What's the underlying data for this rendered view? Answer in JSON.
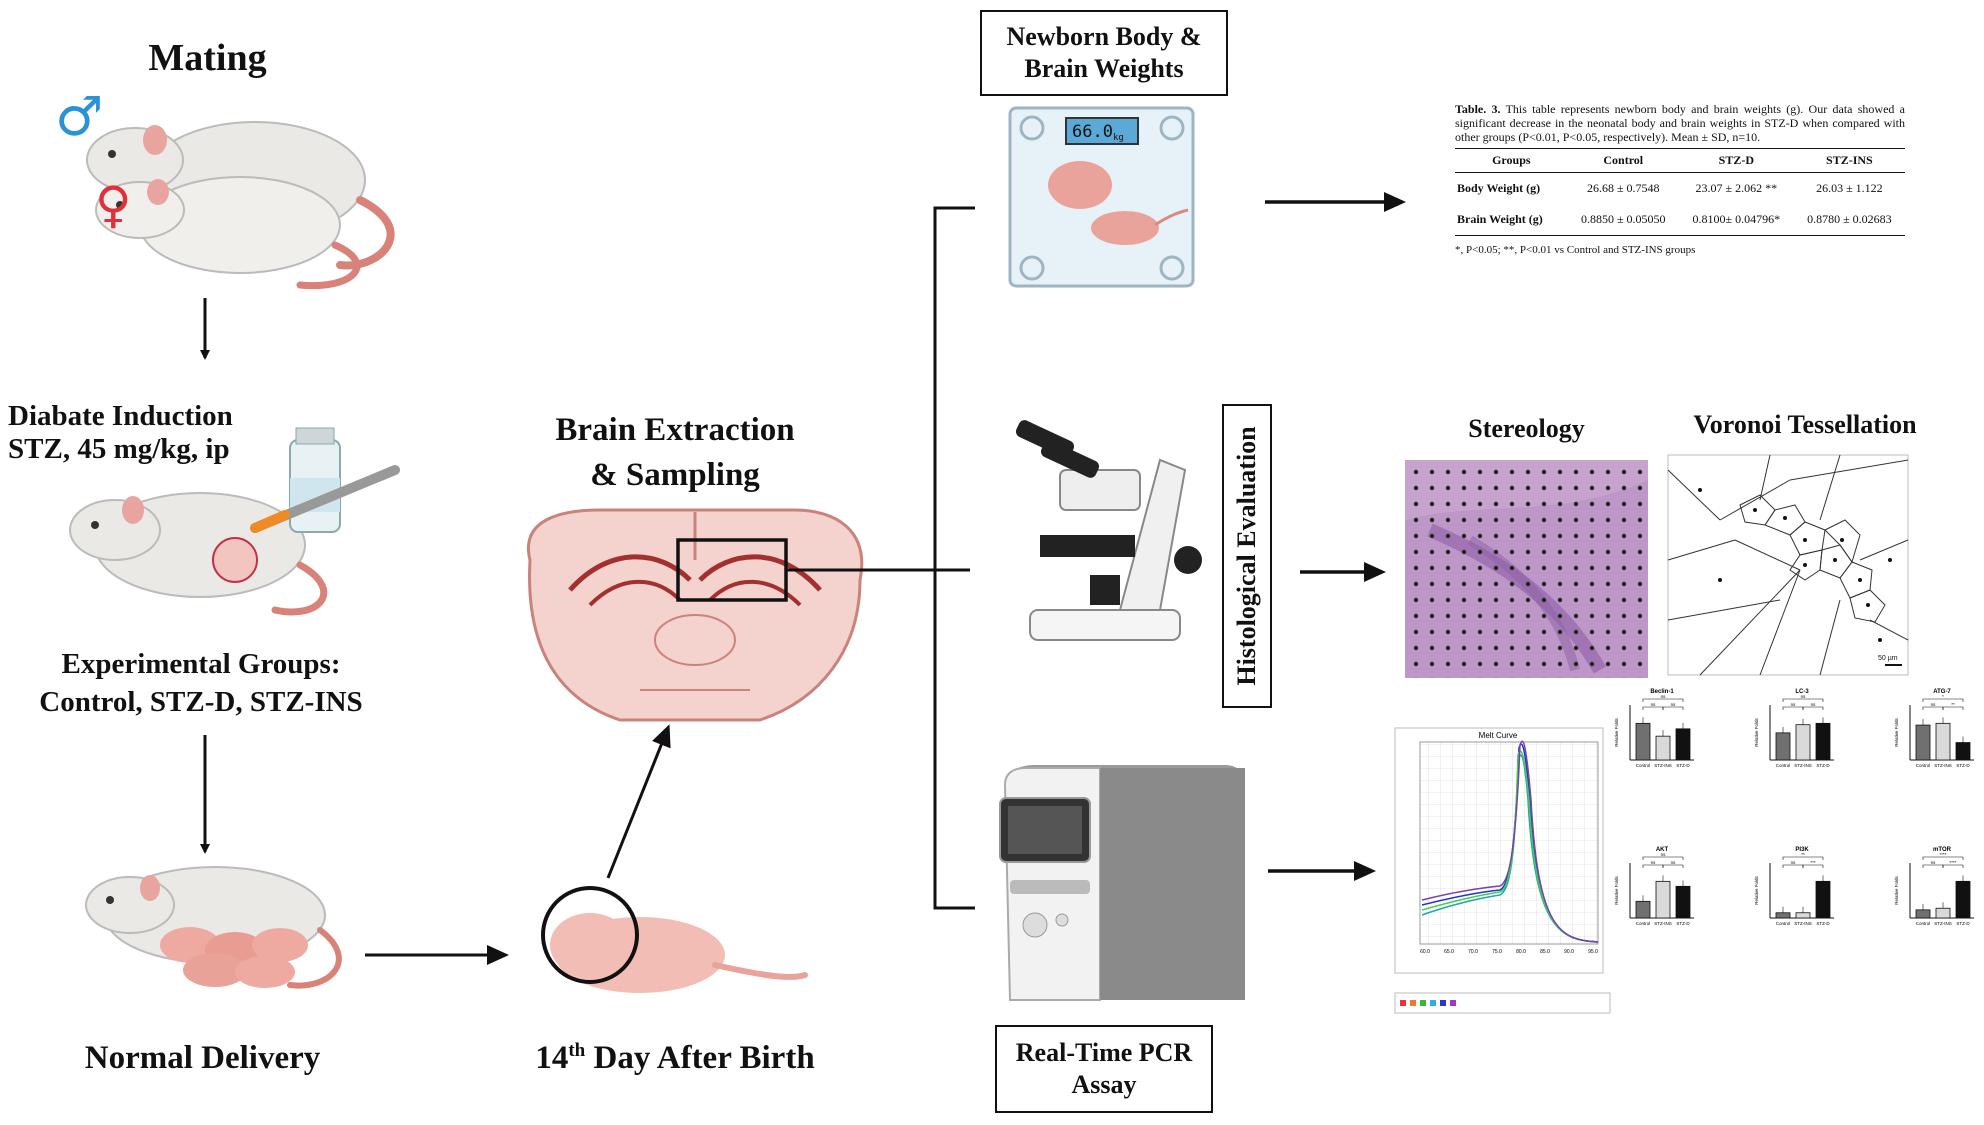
{
  "steps": {
    "mating": "Mating",
    "induction_line1": "Diabate Induction",
    "induction_line2": "STZ, 45 mg/kg, ip",
    "groups_line1": "Experimental Groups:",
    "groups_line2": "Control, STZ-D, STZ-INS",
    "delivery": "Normal Delivery",
    "day_number": "14",
    "day_sup": "th",
    "day_rest": " Day After Birth",
    "extraction_line1": "Brain Extraction",
    "extraction_line2": "& Sampling"
  },
  "symbols": {
    "male": "♂",
    "female": "♀"
  },
  "boxes": {
    "weights_line1": "Newborn Body &",
    "weights_line2": "Brain Weights",
    "histology": "Histological Evaluation",
    "pcr_line1": "Real-Time PCR",
    "pcr_line2": "Assay"
  },
  "scale_display": "66.0",
  "scale_unit": "kg",
  "table": {
    "caption_bold": "Table. 3.",
    "caption": " This table represents newborn body and brain weights (g). Our data showed a significant decrease in the neonatal body and brain weights in STZ-D when compared with other groups (P<0.01, P<0.05, respectively). Mean ± SD, n=10.",
    "headers": [
      "Groups",
      "Control",
      "STZ-D",
      "STZ-INS"
    ],
    "rows": [
      [
        "Body Weight (g)",
        "26.68 ± 0.7548",
        "23.07 ± 2.062 **",
        "26.03 ± 1.122"
      ],
      [
        "Brain Weight (g)",
        "0.8850 ± 0.05050",
        "0.8100± 0.04796*",
        "0.8780 ± 0.02683"
      ]
    ],
    "footnote": "*, P<0.05; **, P<0.01 vs Control and STZ-INS groups"
  },
  "histology_panels": {
    "stereology": "Stereology",
    "voronoi": "Voronoi Tessellation",
    "scale_bar": "50 µm"
  },
  "melt_curve": {
    "title": "Melt Curve",
    "x_ticks": [
      "60.0",
      "65.0",
      "70.0",
      "75.0",
      "80.0",
      "85.0",
      "90.0",
      "95.0"
    ]
  },
  "bar_panels": [
    {
      "title": "Beclin-1",
      "categories": [
        "Control",
        "STZ-INS",
        "STZ-D"
      ],
      "values": [
        1.0,
        0.65,
        0.85
      ],
      "sig": [
        "ns",
        "ns",
        "ns"
      ]
    },
    {
      "title": "LC-3",
      "categories": [
        "Control",
        "STZ-INS",
        "STZ-D"
      ],
      "values": [
        1.0,
        1.3,
        1.35
      ],
      "sig": [
        "ns",
        "ns",
        "ns"
      ]
    },
    {
      "title": "ATG-7",
      "categories": [
        "Control",
        "STZ-INS",
        "STZ-D"
      ],
      "values": [
        1.0,
        1.05,
        0.5
      ],
      "sig": [
        "*",
        "ns",
        "**"
      ]
    },
    {
      "title": "AKT",
      "categories": [
        "Control",
        "STZ-INS",
        "STZ-D"
      ],
      "values": [
        1.0,
        2.2,
        1.9
      ],
      "sig": [
        "ns",
        "ns",
        "ns"
      ]
    },
    {
      "title": "PI3K",
      "categories": [
        "Control",
        "STZ-INS",
        "STZ-D"
      ],
      "values": [
        1.0,
        1.0,
        7.0
      ],
      "sig": [
        "**",
        "ns",
        "***"
      ]
    },
    {
      "title": "mTOR",
      "categories": [
        "Control",
        "STZ-INS",
        "STZ-D"
      ],
      "values": [
        1.0,
        1.2,
        4.5
      ],
      "sig": [
        "****",
        "ns",
        "****"
      ]
    }
  ],
  "bar_ylabel": "Relative Folds",
  "colors": {
    "control": "#707070",
    "stz_ins": "#d9d9d9",
    "stz_d": "#111111",
    "male": "#2a93d5",
    "female": "#e0313a",
    "brain": "#f2c5bf",
    "pup": "#f0b8b0"
  }
}
